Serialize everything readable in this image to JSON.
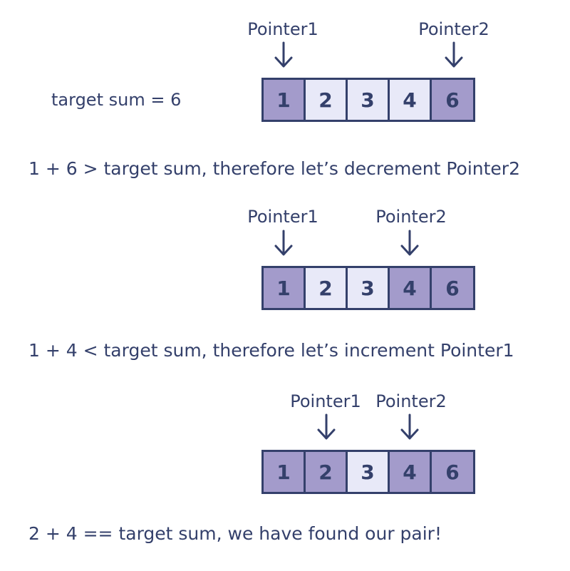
{
  "target_label": "target sum = 6",
  "steps": [
    {
      "pointer1_label": "Pointer1",
      "pointer2_label": "Pointer2",
      "cells": [
        {
          "value": "1",
          "highlighted": true
        },
        {
          "value": "2",
          "highlighted": false
        },
        {
          "value": "3",
          "highlighted": false
        },
        {
          "value": "4",
          "highlighted": false
        },
        {
          "value": "6",
          "highlighted": true
        }
      ],
      "caption": "1 + 6 > target sum, therefore let’s decrement Pointer2"
    },
    {
      "pointer1_label": "Pointer1",
      "pointer2_label": "Pointer2",
      "cells": [
        {
          "value": "1",
          "highlighted": true
        },
        {
          "value": "2",
          "highlighted": false
        },
        {
          "value": "3",
          "highlighted": false
        },
        {
          "value": "4",
          "highlighted": true
        },
        {
          "value": "6",
          "highlighted": true
        }
      ],
      "caption": "1 + 4 < target sum, therefore let’s increment Pointer1"
    },
    {
      "pointer1_label": "Pointer1",
      "pointer2_label": "Pointer2",
      "cells": [
        {
          "value": "1",
          "highlighted": true
        },
        {
          "value": "2",
          "highlighted": true
        },
        {
          "value": "3",
          "highlighted": false
        },
        {
          "value": "4",
          "highlighted": true
        },
        {
          "value": "6",
          "highlighted": true
        }
      ],
      "caption": "2 + 4 == target sum, we have found our pair!"
    }
  ],
  "colors": {
    "text": "#34406b",
    "cell_highlight": "#a39bcb",
    "cell_plain": "#e8e9f8"
  }
}
